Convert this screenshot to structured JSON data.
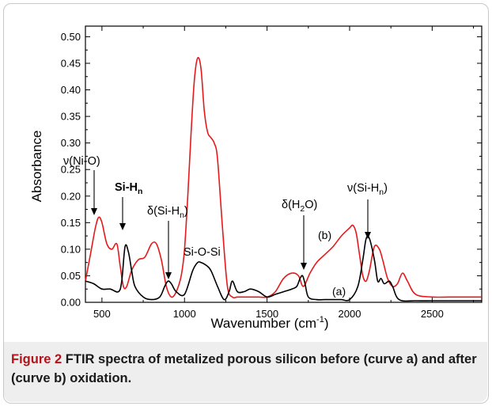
{
  "chart_data": {
    "type": "line",
    "xlabel": "Wavenumber (cm⁻¹)",
    "xlabel_main": "Wavenumber (cm",
    "xlabel_sup": "-1",
    "xlabel_close": ")",
    "ylabel": "Absorbance",
    "xlim": [
      400,
      2800
    ],
    "ylim": [
      0,
      0.52
    ],
    "xticks": [
      500,
      1000,
      1500,
      2000,
      2500
    ],
    "xtick_labels": [
      "500",
      "1000",
      "1500",
      "2000",
      "2500"
    ],
    "yticks": [
      0,
      0.05,
      0.1,
      0.15,
      0.2,
      0.25,
      0.3,
      0.35,
      0.4,
      0.45,
      0.5
    ],
    "ytick_labels": [
      "0.00",
      "0.05",
      "0.10",
      "0.15",
      "0.20",
      "0.25",
      "0.30",
      "0.35",
      "0.40",
      "0.45",
      "0.50"
    ],
    "grid": false,
    "series": [
      {
        "name": "(a)",
        "color": "#000000",
        "x": [
          400,
          450,
          500,
          550,
          600,
          620,
          640,
          660,
          680,
          700,
          750,
          800,
          850,
          880,
          900,
          920,
          950,
          1000,
          1050,
          1080,
          1100,
          1130,
          1160,
          1200,
          1240,
          1270,
          1290,
          1320,
          1360,
          1400,
          1450,
          1500,
          1550,
          1600,
          1650,
          1680,
          1700,
          1715,
          1730,
          1750,
          1800,
          1850,
          1900,
          1950,
          2000,
          2050,
          2080,
          2100,
          2120,
          2150,
          2170,
          2190,
          2210,
          2240,
          2260,
          2300,
          2400,
          2500,
          2600,
          2700,
          2800
        ],
        "y": [
          0.04,
          0.035,
          0.025,
          0.025,
          0.02,
          0.04,
          0.105,
          0.095,
          0.06,
          0.03,
          0.01,
          0.005,
          0.01,
          0.03,
          0.04,
          0.035,
          0.02,
          0.015,
          0.06,
          0.075,
          0.075,
          0.07,
          0.06,
          0.03,
          0.005,
          0.02,
          0.04,
          0.02,
          0.02,
          0.025,
          0.02,
          0.01,
          0.015,
          0.02,
          0.025,
          0.03,
          0.045,
          0.05,
          0.035,
          0.01,
          0.005,
          0.005,
          0.005,
          0.005,
          0.005,
          0.03,
          0.08,
          0.12,
          0.12,
          0.08,
          0.04,
          0.045,
          0.035,
          0.04,
          0.03,
          0.005,
          0.003,
          0.003,
          0.003,
          0.003,
          0.003
        ]
      },
      {
        "name": "(b)",
        "color": "#e41a1c",
        "x": [
          400,
          430,
          460,
          480,
          500,
          530,
          560,
          590,
          610,
          630,
          650,
          680,
          720,
          760,
          800,
          830,
          860,
          890,
          920,
          950,
          980,
          1000,
          1020,
          1040,
          1060,
          1080,
          1100,
          1120,
          1140,
          1160,
          1180,
          1200,
          1230,
          1260,
          1290,
          1320,
          1360,
          1400,
          1450,
          1500,
          1550,
          1600,
          1650,
          1690,
          1720,
          1760,
          1800,
          1850,
          1900,
          1950,
          2000,
          2020,
          2040,
          2060,
          2080,
          2100,
          2120,
          2150,
          2180,
          2200,
          2230,
          2260,
          2290,
          2320,
          2350,
          2400,
          2500,
          2600,
          2700,
          2800
        ],
        "y": [
          0.04,
          0.09,
          0.14,
          0.16,
          0.15,
          0.11,
          0.1,
          0.11,
          0.07,
          0.03,
          0.03,
          0.06,
          0.08,
          0.085,
          0.11,
          0.11,
          0.08,
          0.03,
          0.01,
          0.02,
          0.05,
          0.1,
          0.2,
          0.32,
          0.42,
          0.46,
          0.44,
          0.36,
          0.32,
          0.31,
          0.3,
          0.27,
          0.14,
          0.03,
          0.01,
          0.01,
          0.01,
          0.01,
          0.01,
          0.01,
          0.02,
          0.045,
          0.055,
          0.05,
          0.03,
          0.055,
          0.075,
          0.09,
          0.105,
          0.125,
          0.14,
          0.145,
          0.13,
          0.09,
          0.05,
          0.04,
          0.06,
          0.105,
          0.1,
          0.08,
          0.045,
          0.03,
          0.035,
          0.055,
          0.04,
          0.015,
          0.01,
          0.01,
          0.01,
          0.01
        ]
      }
    ],
    "annotations": [
      {
        "id": "ni-o",
        "prefix": "ν(Ni-O)",
        "sub": "",
        "suffix": ""
      },
      {
        "id": "si-hn-bold",
        "prefix": "Si-H",
        "sub": "n",
        "suffix": ""
      },
      {
        "id": "delta-si-hn",
        "prefix": "δ(Si-H",
        "sub": "n",
        "suffix": ")"
      },
      {
        "id": "si-o-si",
        "prefix": "Si-O-Si",
        "sub": "",
        "suffix": ""
      },
      {
        "id": "delta-h2o",
        "prefix": "δ(H",
        "sub": "2",
        "suffix": "O)"
      },
      {
        "id": "nu-si-hn",
        "prefix": "ν(Si-H",
        "sub": "n",
        "suffix": ")"
      },
      {
        "id": "curve-b",
        "prefix": "(b)",
        "sub": "",
        "suffix": ""
      },
      {
        "id": "curve-a",
        "prefix": "(a)",
        "sub": "",
        "suffix": ""
      }
    ]
  },
  "caption": {
    "label": "Figure 2",
    "text": "FTIR spectra of metalized porous silicon before (curve a) and after (curve b) oxidation."
  }
}
